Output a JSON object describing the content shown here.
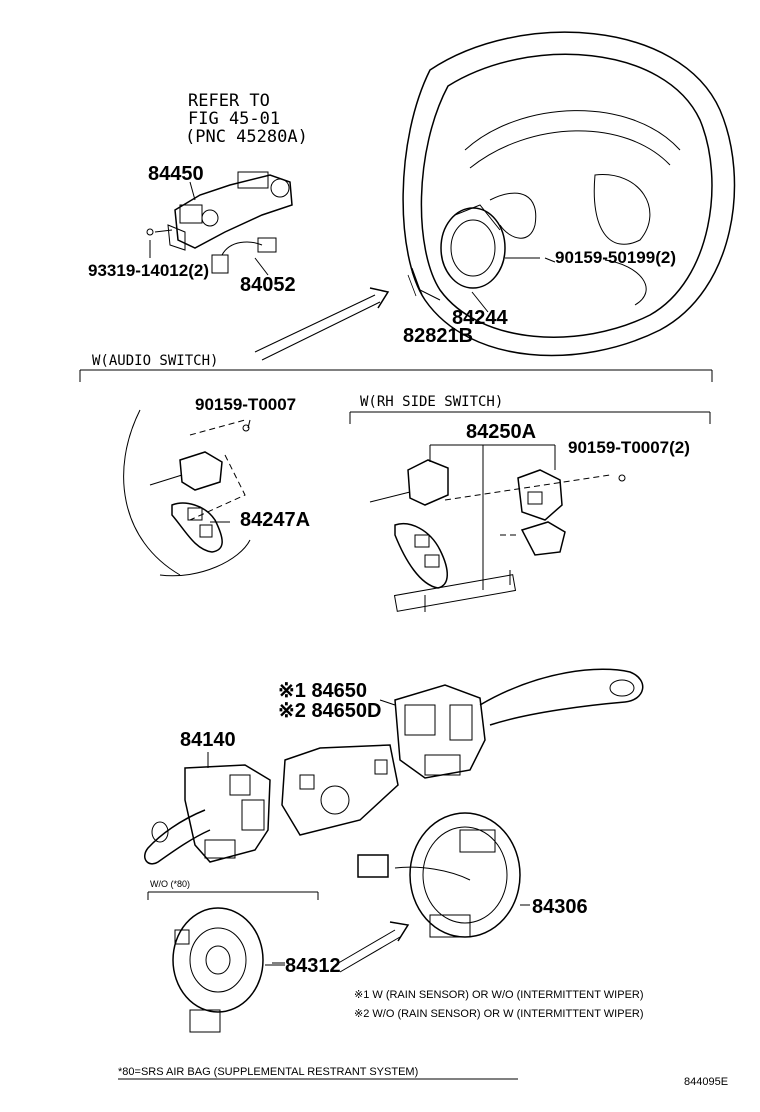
{
  "refer_note": {
    "line1": "REFER TO",
    "line2": "FIG 45-01",
    "line3": "(PNC 45280A)"
  },
  "sections": {
    "audio_switch": "W(AUDIO SWITCH)",
    "rh_side_switch": "W(RH SIDE SWITCH)",
    "wo_airbag": "W/O (*80)"
  },
  "parts": {
    "p84450": "84450",
    "p93319": "93319-14012(2)",
    "p84052": "84052",
    "p90159_50199": "90159-50199(2)",
    "p84244": "84244",
    "p82821B": "82821B",
    "p90159_T0007": "90159-T0007",
    "p84247A": "84247A",
    "p84250A": "84250A",
    "p90159_T0007_2": "90159-T0007(2)",
    "p84650": "※1 84650",
    "p84650D": "※2 84650D",
    "p84140": "84140",
    "p84306": "84306",
    "p84312": "84312"
  },
  "notes": {
    "note1": "※1 W (RAIN SENSOR) OR W/O (INTERMITTENT WIPER)",
    "note2": "※2 W/O (RAIN SENSOR) OR W (INTERMITTENT WIPER)"
  },
  "footer": {
    "airbag_def": "*80=SRS AIR BAG (SUPPLEMENTAL RESTRANT SYSTEM)",
    "figure_id": "844095E"
  }
}
